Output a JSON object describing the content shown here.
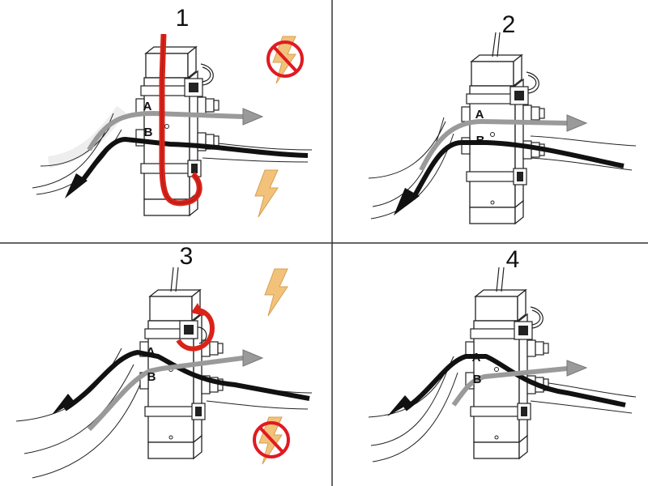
{
  "colors": {
    "background": "#ffffff",
    "divider": "#333333",
    "line_a": "#9a9a9a",
    "line_b": "#111111",
    "highlight_red": "#d9231a",
    "lightning": "#f2c27a",
    "prohibit_red": "#e01a22"
  },
  "panels": [
    {
      "number": "1",
      "port_a": "A",
      "port_b": "B",
      "highlight": "electrical cable routed vertically through front clips",
      "icons": [
        "no-power-icon",
        "power-icon"
      ]
    },
    {
      "number": "2",
      "port_a": "A",
      "port_b": "B",
      "highlight": "none",
      "icons": []
    },
    {
      "number": "3",
      "port_a": "A",
      "port_b": "B",
      "highlight": "upper connector rotated",
      "icons": [
        "power-icon",
        "no-power-icon"
      ]
    },
    {
      "number": "4",
      "port_a": "A",
      "port_b": "B",
      "highlight": "none",
      "icons": []
    }
  ]
}
